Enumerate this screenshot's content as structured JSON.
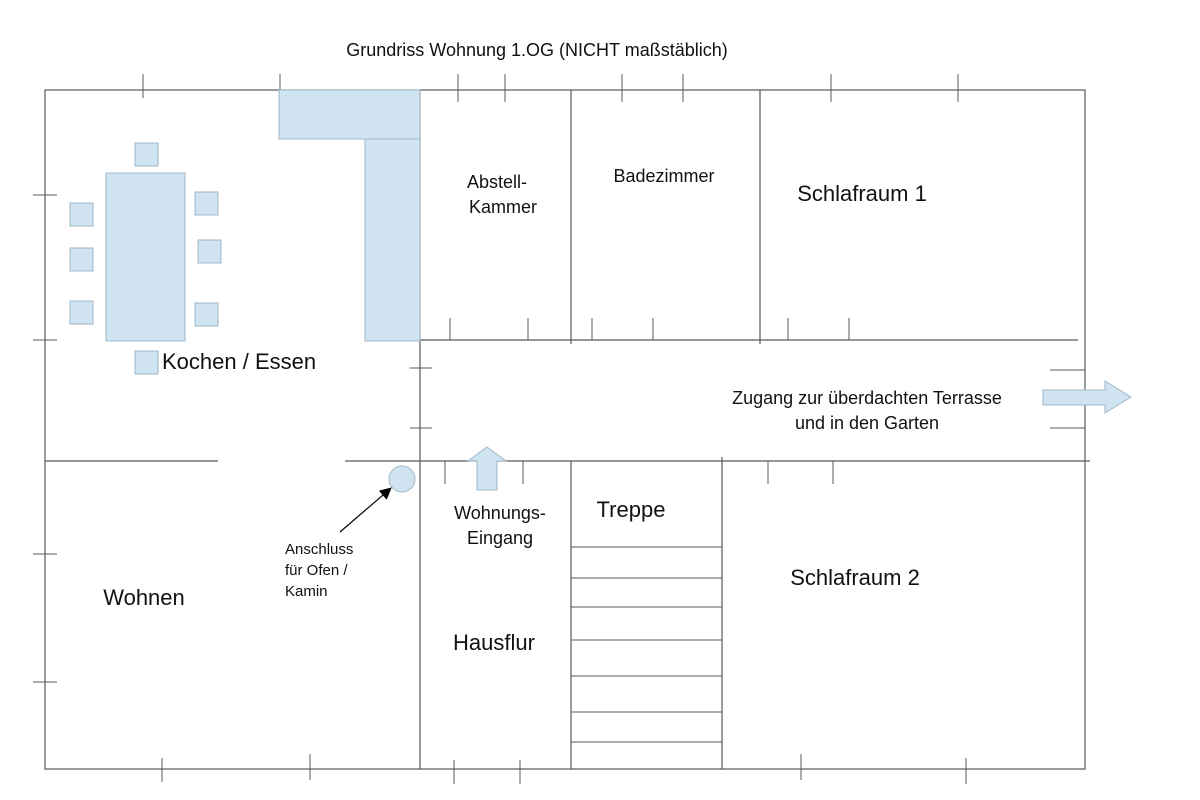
{
  "title": "Grundriss Wohnung 1.OG (NICHT maßstäblich)",
  "rooms": {
    "kitchen": "Kochen / Essen",
    "storage_line1": "Abstell-",
    "storage_line2": "Kammer",
    "bath": "Badezimmer",
    "bedroom1": "Schlafraum 1",
    "living": "Wohnen",
    "hallway": "Hausflur",
    "stairs": "Treppe",
    "bedroom2": "Schlafraum  2"
  },
  "notes": {
    "terrace_line1": "Zugang zur überdachten Terrasse",
    "terrace_line2": "und in den Garten",
    "entrance_line1": "Wohnungs-",
    "entrance_line2": "Eingang",
    "stove_line1": "Anschluss",
    "stove_line2": "für Ofen /",
    "stove_line3": "Kamin"
  },
  "colors": {
    "furniture": "#cfe3f1",
    "walls": "#555a5e"
  }
}
